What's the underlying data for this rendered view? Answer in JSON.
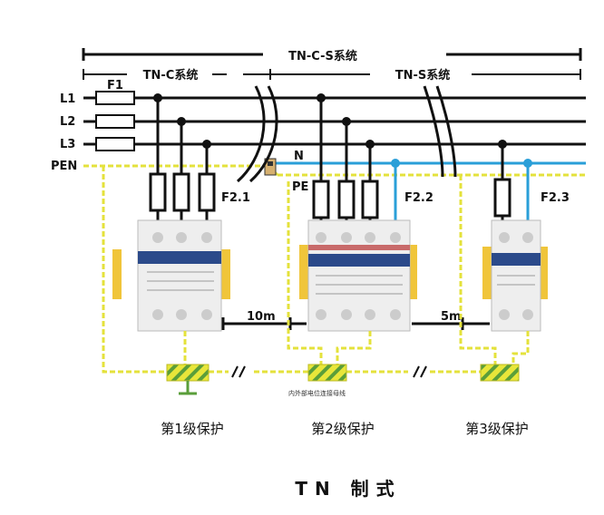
{
  "systems": {
    "tn_c_s": "TN-C-S系统",
    "tn_c": "TN-C系统",
    "tn_s": "TN-S系统"
  },
  "conductors": {
    "l1": "L1",
    "l2": "L2",
    "l3": "L3",
    "pen": "PEN",
    "n": "N",
    "pe": "PE"
  },
  "fuses": {
    "f1": "F1",
    "f21": "F2.1",
    "f22": "F2.2",
    "f23": "F2.3"
  },
  "distances": {
    "d1": "10m",
    "d2": "5m"
  },
  "bonding_bar_note": "内外部电位连接母线",
  "stages": {
    "s1": "第1级保护",
    "s2": "第2级保护",
    "s3": "第3级保护"
  },
  "title": "TN 制式",
  "colors": {
    "line": "#111111",
    "neutral": "#2a9fd8",
    "pe": "#e4e23c",
    "module_top": "#2b4a8a",
    "rail": "#f0c53a"
  }
}
